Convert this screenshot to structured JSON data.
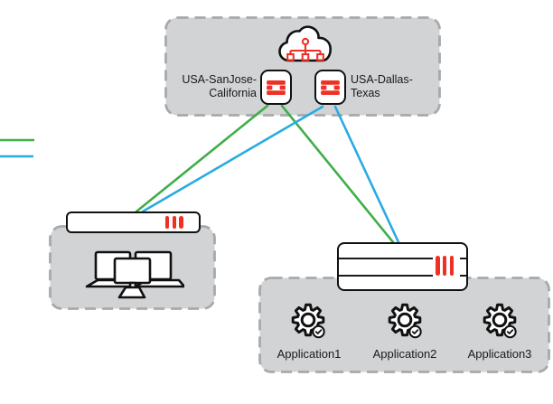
{
  "diagram": {
    "hub": {
      "sites": [
        {
          "id": "sanjose",
          "name": "USA-SanJose-California",
          "name_lines": [
            "USA-SanJose-",
            "California"
          ]
        },
        {
          "id": "dallas",
          "name": "USA-Dallas-Texas",
          "name_lines": [
            "USA-Dallas-",
            "Texas"
          ]
        }
      ]
    },
    "datacenter": {
      "applications": [
        {
          "label": "Application1"
        },
        {
          "label": "Application2"
        },
        {
          "label": "Application3"
        }
      ]
    },
    "legend": {
      "lines": [
        {
          "name": "green-link",
          "color": "#3fae49"
        },
        {
          "name": "blue-link",
          "color": "#29abe2"
        }
      ]
    },
    "colors": {
      "box_fill": "#d1d3d4",
      "box_border": "#a7a9ac",
      "accent_red": "#ee3124",
      "link_green": "#3fae49",
      "link_blue": "#29abe2",
      "outline": "#1a1a1a"
    },
    "icons": {
      "cloud": "cloud-network-icon",
      "firewall": "fortinet-firewall-icon",
      "switch": "switch-device-icon",
      "server": "server-device-icon",
      "workstations": "workstations-icon",
      "application": "gear-check-icon"
    }
  }
}
